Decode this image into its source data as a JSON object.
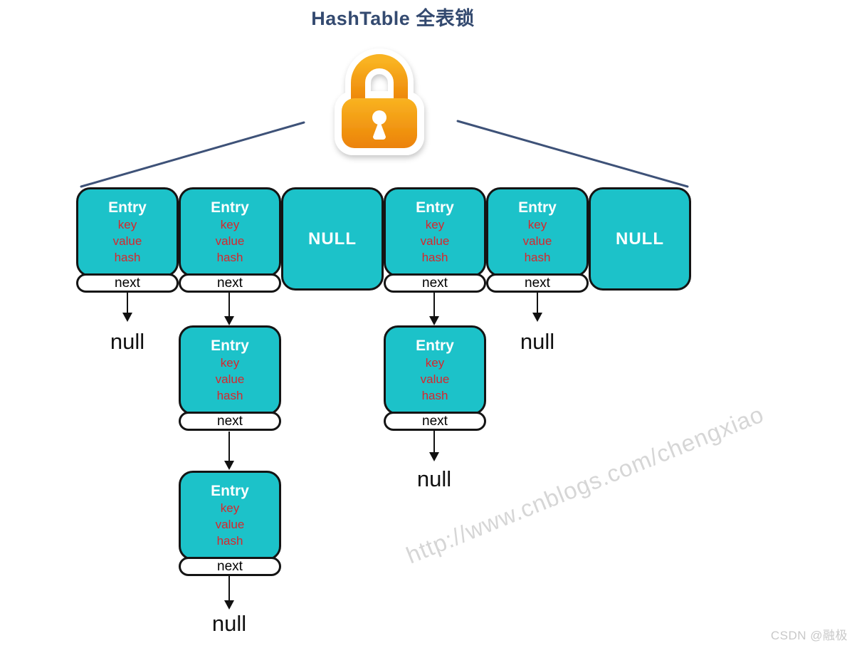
{
  "page_title": "HashTable 全表锁",
  "colors": {
    "box_teal": "#1cc2c9",
    "field_red": "#d8262c",
    "title_navy": "#344a70",
    "line_navy": "#3e5278",
    "lock_orange_top": "#f9b321",
    "lock_orange_bottom": "#ec8207",
    "arrow_black": "#111111",
    "watermark_gray": "#d6d6d6"
  },
  "labels": {
    "entry": "Entry",
    "key": "key",
    "value": "value",
    "hash": "hash",
    "next": "next",
    "null_box": "NULL",
    "null_pointer": "null"
  },
  "diagram": {
    "type": "hashtable-full-table-lock",
    "lock_icon": "padlock-icon",
    "buckets": [
      "entry",
      "entry",
      "NULL",
      "entry",
      "entry",
      "NULL"
    ],
    "chains": {
      "bucket_0": [
        "null"
      ],
      "bucket_1": [
        "entry",
        "entry",
        "null"
      ],
      "bucket_3": [
        "entry",
        "null"
      ],
      "bucket_4": [
        "null"
      ]
    }
  },
  "watermark": "http://www.cnblogs.com/chengxiao",
  "credit": "CSDN @融极"
}
